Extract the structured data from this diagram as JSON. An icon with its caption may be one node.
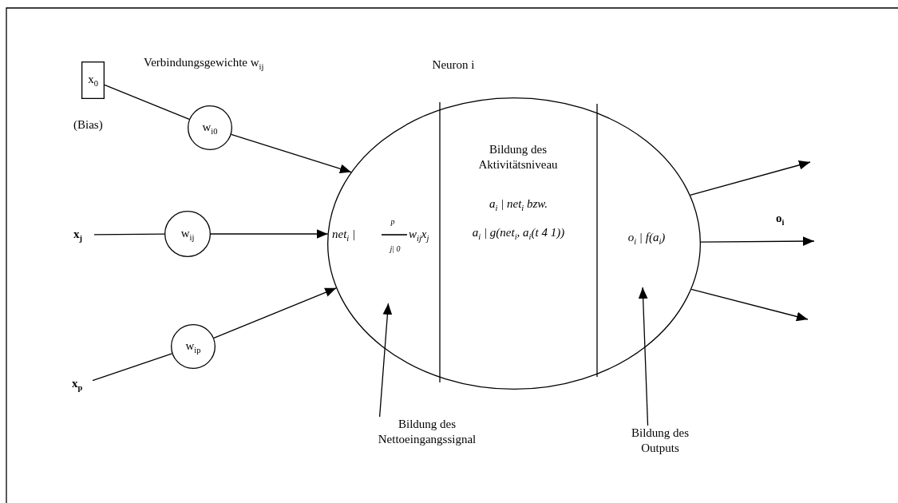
{
  "diagram": {
    "nodes": [
      {
        "text": [
          "x$_{0}$"
        ],
        "beside": [
          "(Bias)"
        ]
      },
      {
        "text": [
          "w$_{i0}$"
        ]
      },
      {
        "text": [
          "x$_{j}$"
        ]
      },
      {
        "text": [
          "w$_{ij}$"
        ]
      },
      {
        "text": [
          "x$_{p}$"
        ]
      },
      {
        "text": [
          "w$_{ip}$"
        ]
      },
      {
        "text": [
          "Neuron i"
        ]
      },
      {
        "text": [
          "net$_{i}$ |",
          "p",
          "j| 0",
          "w$_{ij}$x$_{j}$"
        ],
        "in": 6
      },
      {
        "text": [
          "Bildung des Aktivitätsniveau",
          "a$_{i}$ | net$_{i}$ bzw.",
          "a$_{i}$ | g(net$_{i}$, a$_{i}$(t 4 1))"
        ],
        "in": 6
      },
      {
        "text": [
          "o$_{i}$ | f(a$_{i}$)"
        ],
        "in": 6
      },
      {
        "text": [
          "Bildung des Nettoeingangssignal"
        ]
      },
      {
        "text": [
          "Bildung des Outputs"
        ]
      }
    ],
    "edges": [
      {
        "from": 0,
        "to": 1,
        "arrow": "none"
      },
      {
        "from": 1,
        "to": 6,
        "arrow": "to"
      },
      {
        "from": 2,
        "to": 3,
        "arrow": "none"
      },
      {
        "from": 3,
        "to": 6,
        "arrow": "to"
      },
      {
        "from": 4,
        "to": 5,
        "arrow": "none"
      },
      {
        "from": 5,
        "to": 6,
        "arrow": "to"
      },
      {
        "from": 6,
        "to": null,
        "arrow": "to"
      },
      {
        "from": 6,
        "to": null,
        "arrow": "to",
        "label": "o$_{i}$"
      },
      {
        "from": 6,
        "to": null,
        "arrow": "to"
      },
      {
        "from": 10,
        "to": 7,
        "arrow": "to"
      },
      {
        "from": 11,
        "to": 9,
        "arrow": "to"
      }
    ],
    "labels": [
      "Verbindungsgewichte w$_{ij}$"
    ]
  }
}
